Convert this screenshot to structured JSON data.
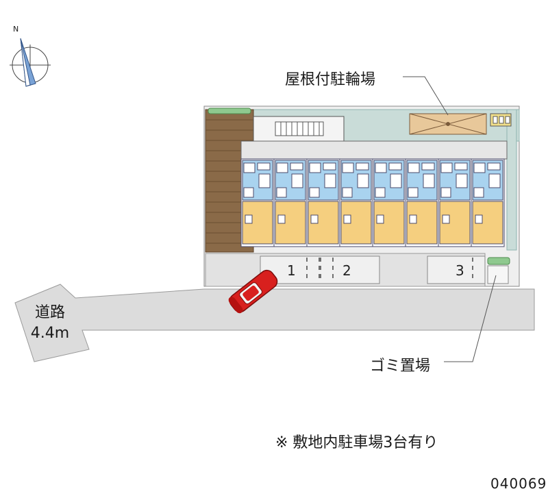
{
  "labels": {
    "bicycle_parking": "屋根付駐輪場",
    "trash_area": "ゴミ置場",
    "road_name": "道路",
    "road_width": "4.4m",
    "compass_north": "N",
    "note": "※ 敷地内駐車場3台有り",
    "property_code": "040069"
  },
  "parking_spaces": [
    "1",
    "2",
    "3"
  ],
  "units": 8,
  "colors": {
    "road": "#dcdcdc",
    "lot": "#e6e6e6",
    "building_outline": "#4a4a6a",
    "room_wet_area": "#a9d3ef",
    "room_living": "#f5cf7f",
    "corridor": "#e9e9e9",
    "garden_green": "#8fc98f",
    "teal_border": "#8fb5b0",
    "planter_brown": "#7a5a3a",
    "car_red": "#d8201e"
  }
}
